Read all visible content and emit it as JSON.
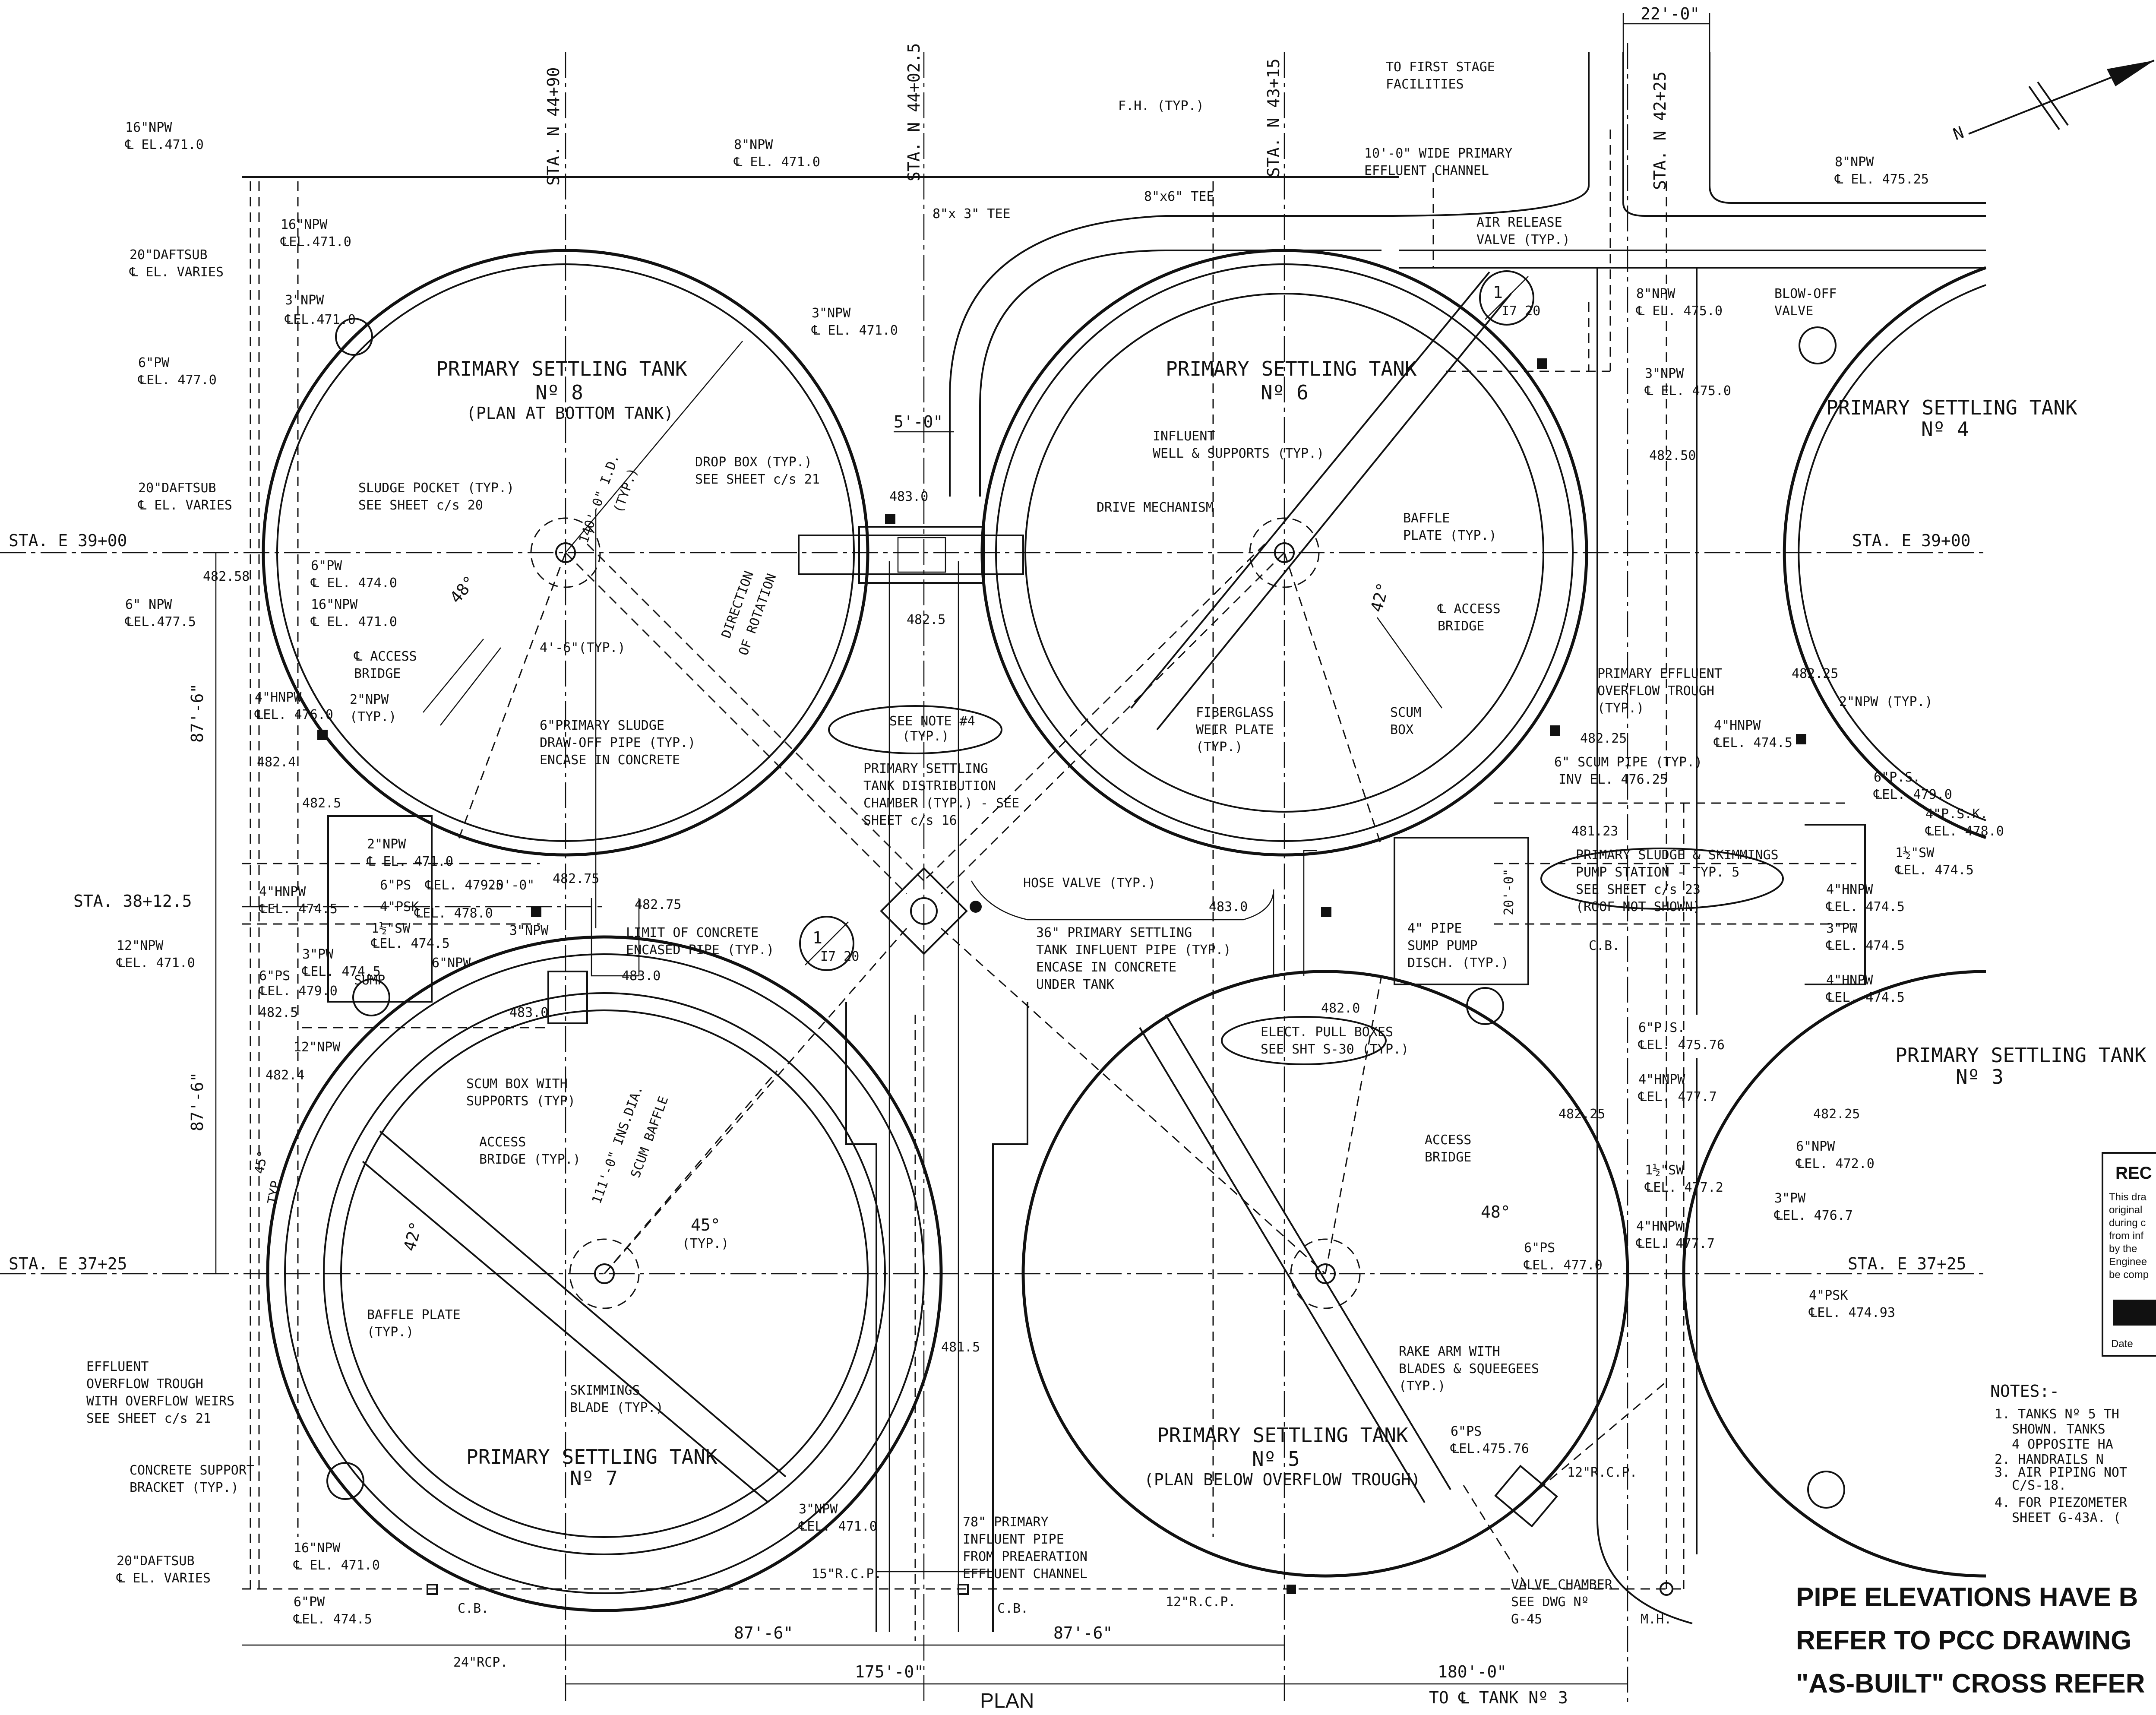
{
  "title": "PLAN",
  "north_arrow_label": "N",
  "tanks": [
    {
      "name": "PRIMARY SETTLING TANK",
      "number": "Nº 8",
      "note": "(PLAN AT BOTTOM TANK)"
    },
    {
      "name": "PRIMARY SETTLING TANK",
      "number": "Nº 6"
    },
    {
      "name": "PRIMARY SETTLING TANK",
      "number": "Nº 4"
    },
    {
      "name": "PRIMARY SETTLING TANK",
      "number": "Nº 7"
    },
    {
      "name": "PRIMARY SETTLING TANK",
      "number": "Nº 5",
      "note": "(PLAN BELOW OVERFLOW TROUGH)"
    },
    {
      "name": "PRIMARY SETTLING TANK",
      "number": "Nº 3"
    }
  ],
  "stations": {
    "sta_n_44_90": "STA. N 44+90",
    "sta_n_44_02_5": "STA. N 44+02.5",
    "sta_n_43_15": "STA. N 43+15",
    "sta_n_42_25": "STA. N 42+25",
    "sta_e_39_00_left": "STA. E 39+00",
    "sta_e_39_00_right": "STA. E 39+00",
    "sta_38_12_5": "STA. 38+12.5",
    "sta_e_37_25_left": "STA. E 37+25",
    "sta_e_37_25_right": "STA. E 37+25"
  },
  "dimensions": {
    "top_22": "22'-0\"",
    "dim_5": "5'-0\"",
    "dim_87_6_upper": "87'-6\"",
    "dim_87_6_lower": "87'-6\"",
    "dim_87_6_bottom_left": "87'-6\"",
    "dim_87_6_bottom_mid": "87'-6\"",
    "dim_175": "175'-0\"",
    "dim_180": "180'-0\"",
    "to_tank_3": "TO ℄ TANK Nº 3",
    "dim_25": "25'-0\"",
    "dim_20": "20'-0\"",
    "dim_4_6": "4'-6\"(TYP.)",
    "dia_140": "140'-0\" I.D.",
    "typ": "(TYP.)",
    "dia_111": "111'-0\" INS.DIA.",
    "scum_baffle": "SCUM BAFFLE",
    "angle_48_tl": "48°",
    "angle_42_tr": "42°",
    "angle_42_bl": "42°",
    "angle_45": "45°",
    "angle_45_typ": "(TYP.)",
    "angle_48_br": "48°",
    "angle_45_left": "45°",
    "angle_typ_left": "TYP"
  },
  "labels": {
    "npw16_top": "16\"NPW",
    "npw16_top_el": "℄ EL.471.0",
    "npw16_b": "16\"NPW",
    "npw16_b_el": "℄EL.471.0",
    "daftsub20_a": "20\"DAFTSUB",
    "daftsub20_a_el": "℄ EL. VARIES",
    "npw3_a": "3\"NPW",
    "npw3_a_el": "℄EL.471.0",
    "pw6_a": "6\"PW",
    "pw6_a_el": "℄EL. 477.0",
    "daftsub20_b": "20\"DAFTSUB",
    "daftsub20_b_el": "℄ EL. VARIES",
    "npw8_top": "8\"NPW",
    "npw8_top_el": "℄ EL. 471.0",
    "tee_8x3": "8\"x 3\" TEE",
    "npw3_b": "3\"NPW",
    "npw3_b_el": "℄ EL. 471.0",
    "fh_typ": "F.H. (TYP.)",
    "tee_8x6": "8\"x6\" TEE",
    "to_first_stage_1": "TO FIRST STAGE",
    "to_first_stage_2": "FACILITIES",
    "effluent_channel_1": "10'-0\" WIDE PRIMARY",
    "effluent_channel_2": "EFFLUENT CHANNEL",
    "air_release_1": "AIR RELEASE",
    "air_release_2": "VALVE (TYP.)",
    "npw8_mid": "8\"NPW",
    "npw8_mid_el": "℄ EL. 475.0",
    "blow_off_1": "BLOW-OFF",
    "blow_off_2": "VALVE",
    "npw8_tr": "8\"NPW",
    "npw8_tr_el": "℄ EL. 475.25",
    "npw3_c": "3\"NPW",
    "npw3_c_el": "℄ EL. 475.0",
    "el_482_50": "482.50",
    "sludge_pocket_1": "SLUDGE POCKET (TYP.)",
    "sludge_pocket_2": "SEE SHEET c/s 20",
    "drop_box_1": "DROP BOX (TYP.)",
    "drop_box_2": "SEE SHEET c/s 21",
    "el_483_0_a": "483.0",
    "influent_well_1": "INFLUENT",
    "influent_well_2": "WELL & SUPPORTS (TYP.)",
    "drive_mech": "DRIVE MECHANISM",
    "baffle_plate_1": "BAFFLE",
    "baffle_plate_2": "PLATE (TYP.)",
    "pw6_b": "6\"PW",
    "pw6_b_el": "℄ EL. 474.0",
    "npw16_c": "16\"NPW",
    "npw16_c_el": "℄ EL. 471.0",
    "npw6_left": "6\" NPW",
    "npw6_left_el": "℄EL.477.5",
    "el_482_58": "482.58",
    "access_bridge_a_1": "℄ ACCESS",
    "access_bridge_a_2": "BRIDGE",
    "direction_rot_1": "DIRECTION",
    "direction_rot_2": "OF ROTATION",
    "el_482_5_a": "482.5",
    "access_bridge_b_1": "℄ ACCESS",
    "access_bridge_b_2": "BRIDGE",
    "npw2_a": "2\"NPW",
    "npw2_a_typ": "(TYP.)",
    "primary_sludge_pipe_1": "6\"PRIMARY SLUDGE",
    "primary_sludge_pipe_2": "DRAW-OFF PIPE (TYP.)",
    "primary_sludge_pipe_3": "ENCASE IN CONCRETE",
    "see_note_4": "SEE NOTE #4",
    "see_note_4_b": "(TYP.)",
    "dist_chamber_1": "PRIMARY SETTLING",
    "dist_chamber_2": "TANK DISTRIBUTION",
    "dist_chamber_3": "CHAMBER (TYP.) - SEE",
    "dist_chamber_4": "SHEET c/s 16",
    "fiberglass_1": "FIBERGLASS",
    "fiberglass_2": "WEIR PLATE",
    "fiberglass_3": "(TYP.)",
    "scum_box_1": "SCUM",
    "scum_box_2": "BOX",
    "primary_effluent_1": "PRIMARY EFFLUENT",
    "primary_effluent_2": "OVERFLOW TROUGH",
    "primary_effluent_3": "(TYP.)",
    "el_482_25_a": "482.25",
    "el_482_25_b": "482.25",
    "hnpw4_a": "4\"HNPW",
    "hnpw4_a_el": "℄EL. 474.5",
    "npw2_typ": "2\"NPW (TYP.)",
    "scum_pipe_1": "6\" SCUM PIPE (TYP.)",
    "scum_pipe_2": "INV EL. 476.25",
    "hnpw4_b": "4\"HNPW",
    "hnpw4_b_el": "℄EL. 476.0",
    "el_482_4": "482.4",
    "el_482_5_b": "482.5",
    "npw2_b": "2\"NPW",
    "npw2_b_el": "℄ EL. 471.0",
    "ps_6_a": "6\"PS",
    "ps_6_a_el": "℄EL. 479.0",
    "psk_4_a": "4\"PSK",
    "psk_4_a_el": "℄EL. 478.0",
    "sw_1_5_a": "1½\"SW",
    "sw_1_5_a_el": "℄EL. 474.5",
    "hnpw4_c": "4\"HNPW",
    "hnpw4_c_el": "℄EL. 474.5",
    "el_482_75_a": "482.75",
    "el_482_75_b": "482.75",
    "hose_valve": "HOSE VALVE (TYP.)",
    "el_481_23": "481.23",
    "sludge_station_1": "PRIMARY SLUDGE & SKIMMINGS",
    "sludge_station_2": "PUMP STATION - TYP. 5",
    "sludge_station_3": "SEE SHEET c/s 23",
    "sludge_station_4": "(ROOF NOT SHOWN)",
    "ps_6_b": "6\"P.S.",
    "ps_6_b_el": "℄EL. 479.0",
    "psk_4_b": "4\"P.S.K.",
    "psk_4_b_el": "℄EL. 478.0",
    "sw_1_5_b": "1½\"SW",
    "sw_1_5_b_el": "℄EL. 474.5",
    "hnpw4_d": "4\"HNPW",
    "hnpw4_d_el": "℄EL. 474.5",
    "pw3_a": "3\"PW",
    "pw3_a_el": "℄EL. 474.5",
    "hnpw4_e": "4\"HNPW",
    "hnpw4_e_el": "℄EL. 474.5",
    "npw12_a": "12\"NPW",
    "npw12_a_el": "℄EL. 471.0",
    "pw3_b": "3\"PW",
    "pw3_b_el": "℄EL. 474.5",
    "sump": "SUMP",
    "npw3_sump": "3\"NPW",
    "npw6_sump": "6\"NPW",
    "ps6_sump": "6\"PS",
    "ps6_sump_el": "℄EL. 479.0",
    "el_482_5_c": "482.5",
    "npw12_b": "12\"NPW",
    "el_482_4_b": "482.4",
    "el_483_0_b": "483.0",
    "el_483_0_c": "483.0",
    "el_483_0_d": "483.0",
    "el_482_5_chan": "482.5",
    "limit_concrete_1": "LIMIT OF CONCRETE",
    "limit_concrete_2": "ENCASED PIPE (TYP.)",
    "influent_pipe_1": "36\" PRIMARY SETTLING",
    "influent_pipe_2": "TANK INFLUENT PIPE (TYP.)",
    "influent_pipe_3": "ENCASE IN CONCRETE",
    "influent_pipe_4": "UNDER TANK",
    "sump_pump_1": "4\" PIPE",
    "sump_pump_2": "SUMP PUMP",
    "sump_pump_3": "DISCH. (TYP.)",
    "cb_a": "C.B.",
    "el_482_0": "482.0",
    "pull_boxes_1": "ELECT. PULL BOXES",
    "pull_boxes_2": "SEE SHT S-30 (TYP.)",
    "ps6_c": "6\"P.S.",
    "ps6_c_el": "℄EL. 475.76",
    "hnpw4_f": "4\"HNPW",
    "hnpw4_f_el": "℄EL. 477.7",
    "el_482_25_c": "482.25",
    "el_482_25_d": "482.25",
    "scum_box_supports_1": "SCUM BOX WITH",
    "scum_box_supports_2": "SUPPORTS (TYP)",
    "access_bridge_typ_1": "ACCESS",
    "access_bridge_typ_2": "BRIDGE (TYP.)",
    "access_bridge_c_1": "ACCESS",
    "access_bridge_c_2": "BRIDGE",
    "npw6_r": "6\"NPW",
    "npw6_r_el": "℄EL. 472.0",
    "sw_1_5_c": "1½\"SW",
    "sw_1_5_c_el": "℄EL. 477.2",
    "pw3_c": "3\"PW",
    "pw3_c_el": "℄EL. 476.7",
    "hnpw4_g": "4\"HNPW",
    "hnpw4_g_el": "℄EL. 477.7",
    "ps6_d": "6\"PS",
    "ps6_d_el": "℄EL. 477.0",
    "psk4_c": "4\"PSK",
    "psk4_c_el": "℄EL. 474.93",
    "baffle_plate_b_1": "BAFFLE PLATE",
    "baffle_plate_b_2": "(TYP.)",
    "el_481_5": "481.5",
    "rake_arm_1": "RAKE ARM WITH",
    "rake_arm_2": "BLADES & SQUEEGEES",
    "rake_arm_3": "(TYP.)",
    "effluent_trough_1": "EFFLUENT",
    "effluent_trough_2": "OVERFLOW TROUGH",
    "effluent_trough_3": "WITH OVERFLOW WEIRS",
    "effluent_trough_4": "SEE SHEET c/s 21",
    "skimmings_blade_1": "SKIMMINGS",
    "skimmings_blade_2": "BLADE (TYP.)",
    "concrete_support_1": "CONCRETE SUPPORT",
    "concrete_support_2": "BRACKET (TYP.)",
    "ps6_e": "6\"PS",
    "ps6_e_el": "℄EL.475.76",
    "rcp12_a": "12\"R.C.P.",
    "npw3_d": "3\"NPW",
    "npw3_d_el": "℄EL. 471.0",
    "influent78_1": "78\" PRIMARY",
    "influent78_2": "INFLUENT PIPE",
    "influent78_3": "FROM PREAERATION",
    "influent78_4": "EFFLUENT CHANNEL",
    "npw16_d": "16\"NPW",
    "npw16_d_el": "℄ EL. 471.0",
    "daftsub20_c": "20\"DAFTSUB",
    "daftsub20_c_el": "℄ EL. VARIES",
    "pw6_c": "6\"PW",
    "pw6_c_el": "℄EL. 474.5",
    "rcp15": "15\"R.C.P.",
    "cb_b": "C.B.",
    "cb_c": "C.B.",
    "rcp12_b": "12\"R.C.P.",
    "valve_chamber_1": "VALVE CHAMBER",
    "valve_chamber_2": "SEE DWG Nº",
    "valve_chamber_3": "G-45",
    "mh": "M.H.",
    "rcp24": "24\"RCP.",
    "section_1_num": "1",
    "section_1_sheet": "I7 20",
    "section_2_num": "1",
    "section_2_sheet": "I7 20"
  },
  "notes": {
    "heading": "NOTES:-",
    "n1a": "1. TANKS Nº 5 TH",
    "n1b": "SHOWN. TANKS",
    "n1c": "4 OPPOSITE HA",
    "n2": "2. HANDRAILS N",
    "n3a": "3. AIR PIPING NOT",
    "n3b": "C/S-18.",
    "n4a": "4. FOR PIEZOMETER",
    "n4b": "SHEET G-43A. ("
  },
  "record_stamp": {
    "title": "REC",
    "lines": [
      "This dra",
      "original",
      "during c",
      "from inf",
      "by the",
      "Enginee",
      "be comp"
    ],
    "date_label": "Date"
  },
  "bottom_note": {
    "line1": "PIPE ELEVATIONS HAVE B",
    "line2": "REFER TO PCC DRAWING",
    "line3": "\"AS-BUILT\" CROSS REFER"
  }
}
